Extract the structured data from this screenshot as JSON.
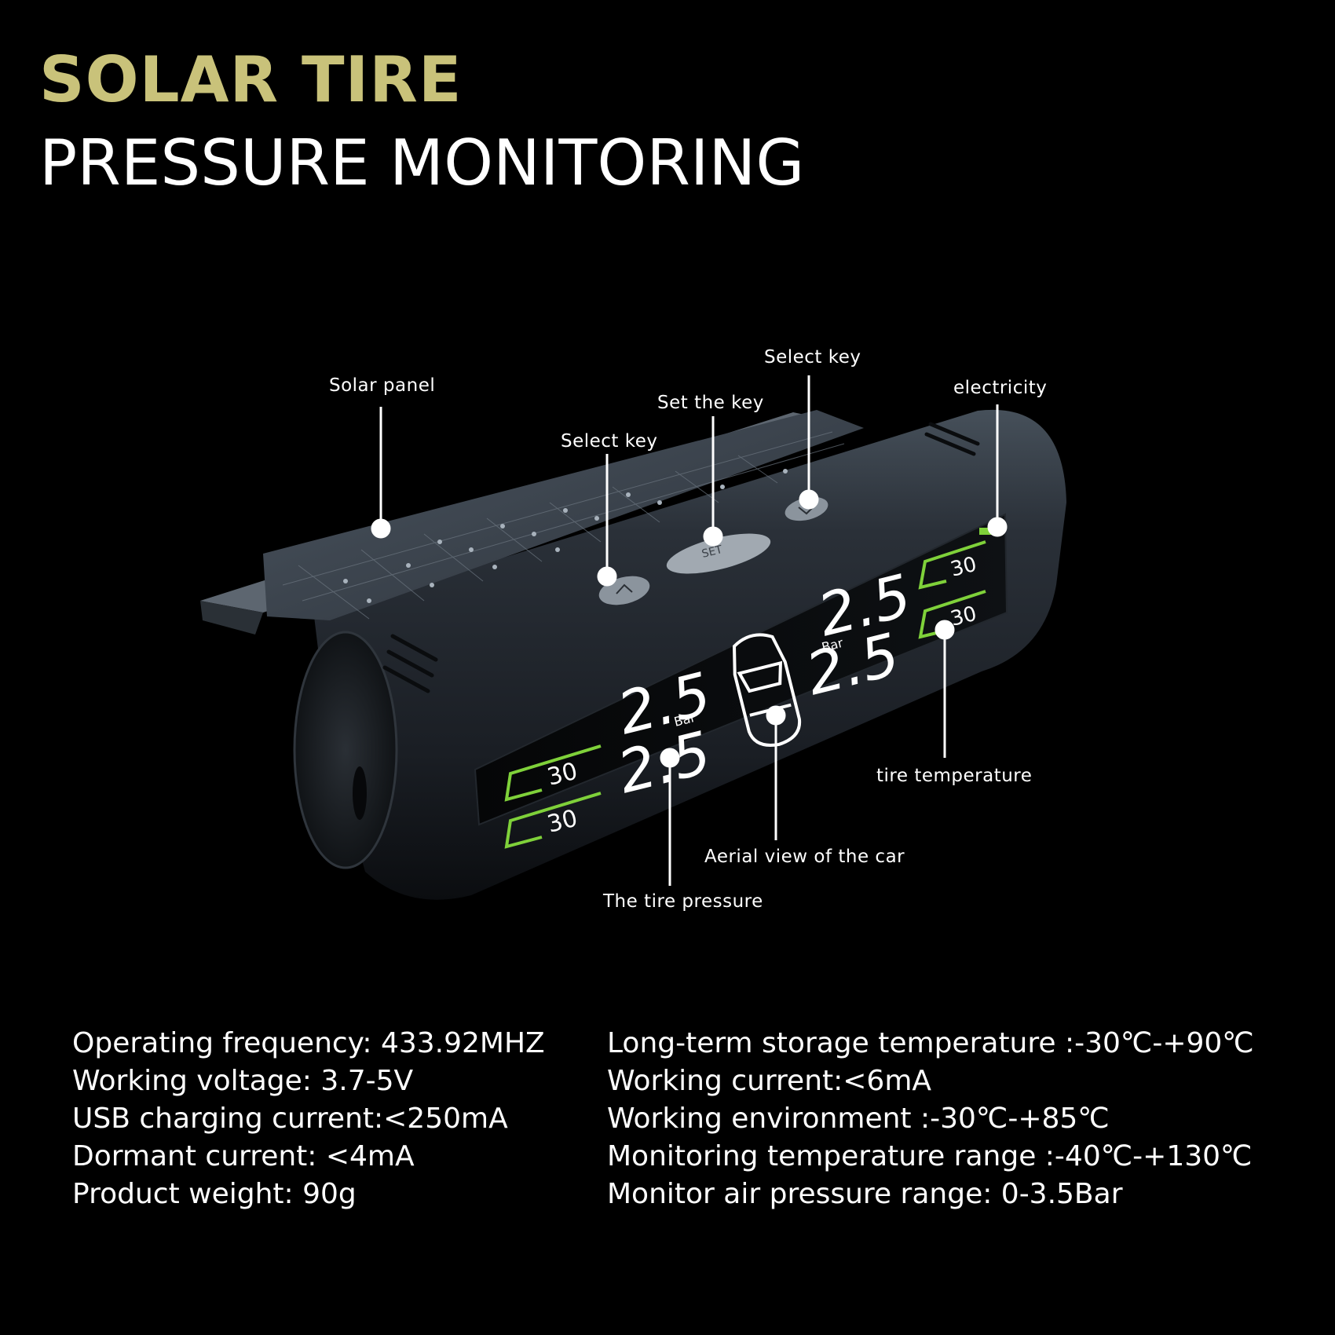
{
  "title": {
    "line1": "SOLAR TIRE",
    "line2": "PRESSURE MONITORING"
  },
  "colors": {
    "title_accent": "#c9c27a",
    "lcd_green": "#7fd13a",
    "background": "#000000"
  },
  "callouts": {
    "solar_panel": "Solar panel",
    "select_key_left": "Select key",
    "set_key": "Set the key",
    "select_key_right": "Select key",
    "electricity": "electricity",
    "tire_temperature": "tire temperature",
    "aerial_view": "Aerial view of the car",
    "tire_pressure": "The tire pressure"
  },
  "display": {
    "pressure_value": "2.5",
    "pressure_unit": "Bar",
    "temperature_value": "30"
  },
  "specs": {
    "left": [
      "Operating frequency: 433.92MHZ",
      "Working voltage: 3.7-5V",
      "USB charging current:<250mA",
      "Dormant current: <4mA",
      "Product weight: 90g"
    ],
    "right": [
      "Long-term storage temperature :-30℃-+90℃",
      "Working current:<6mA",
      "Working environment :-30℃-+85℃",
      "Monitoring temperature range :-40℃-+130℃",
      "Monitor air pressure range: 0-3.5Bar"
    ]
  }
}
